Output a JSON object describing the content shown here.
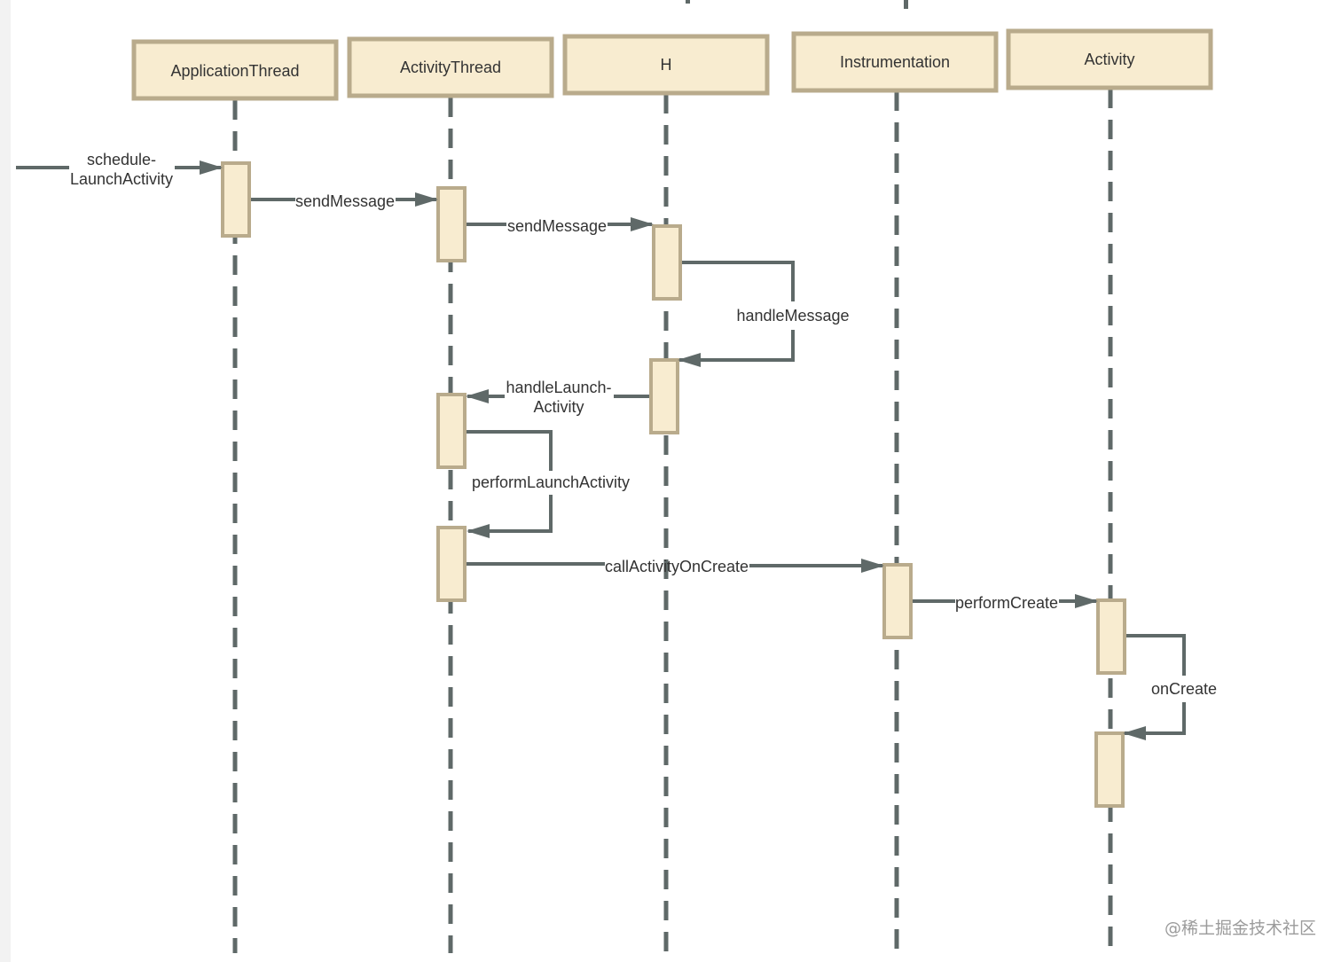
{
  "diagram": {
    "type": "sequence",
    "participants": [
      {
        "id": "applicationthread",
        "label": "ApplicationThread"
      },
      {
        "id": "activitythread",
        "label": "ActivityThread"
      },
      {
        "id": "h",
        "label": "H"
      },
      {
        "id": "instrumentation",
        "label": "Instrumentation"
      },
      {
        "id": "activity",
        "label": "Activity"
      }
    ],
    "messages": [
      {
        "id": "schedule-launch-activity",
        "from": "external",
        "to": "applicationthread",
        "label_lines": [
          "schedule-",
          "LaunchActivity"
        ]
      },
      {
        "id": "send-message-1",
        "from": "applicationthread",
        "to": "activitythread",
        "label_lines": [
          "sendMessage"
        ]
      },
      {
        "id": "send-message-2",
        "from": "activitythread",
        "to": "h",
        "label_lines": [
          "sendMessage"
        ]
      },
      {
        "id": "handle-message",
        "from": "h",
        "to": "h",
        "label_lines": [
          "handleMessage"
        ]
      },
      {
        "id": "handle-launch-activity",
        "from": "h",
        "to": "activitythread",
        "label_lines": [
          "handleLaunch-",
          "Activity"
        ]
      },
      {
        "id": "perform-launch-activity",
        "from": "activitythread",
        "to": "activitythread",
        "label_lines": [
          "performLaunchActivity"
        ]
      },
      {
        "id": "call-activity-on-create",
        "from": "activitythread",
        "to": "instrumentation",
        "label_lines": [
          "callActivityOnCreate"
        ]
      },
      {
        "id": "perform-create",
        "from": "instrumentation",
        "to": "activity",
        "label_lines": [
          "performCreate"
        ]
      },
      {
        "id": "on-create",
        "from": "activity",
        "to": "activity",
        "label_lines": [
          "onCreate"
        ]
      }
    ]
  },
  "watermark": "@稀土掘金技术社区",
  "colors": {
    "box_fill": "#f8ecd0",
    "box_stroke": "#b9ab8c",
    "line": "#5f6968",
    "text": "#333333"
  }
}
